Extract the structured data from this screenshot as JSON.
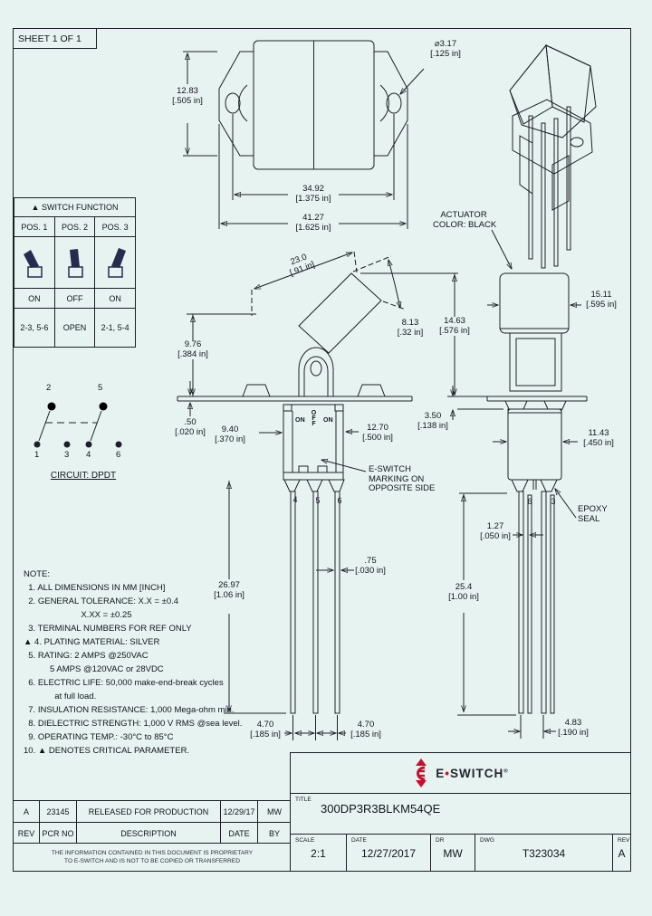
{
  "sheet": {
    "label": "SHEET 1 OF 1"
  },
  "function_table": {
    "title": "▲ SWITCH FUNCTION",
    "columns": [
      "POS. 1",
      "POS. 2",
      "POS. 3"
    ],
    "states": [
      "ON",
      "OFF",
      "ON"
    ],
    "connections": [
      "2-3, 5-6",
      "OPEN",
      "2-1, 5-4"
    ]
  },
  "circuit": {
    "caption": "CIRCUIT: DPDT",
    "top_terminals": [
      "2",
      "5"
    ],
    "bottom_terminals": [
      "1",
      "3",
      "4",
      "6"
    ]
  },
  "views": {
    "front_face": {
      "left": "ON",
      "center": "OFF",
      "right": "ON"
    },
    "front_terminals": [
      "4",
      "5",
      "6"
    ],
    "right_terminals": [
      "6",
      "3"
    ]
  },
  "callouts": {
    "actuator_color_1": "ACTUATOR",
    "actuator_color_2": "COLOR: BLACK",
    "marking_1": "E-SWITCH",
    "marking_2": "MARKING ON",
    "marking_3": "OPPOSITE SIDE",
    "epoxy_1": "EPOXY",
    "epoxy_2": "SEAL"
  },
  "dims": {
    "d1283": {
      "mm": "12.83",
      "inch": "[.505 in]"
    },
    "d3492": {
      "mm": "34.92",
      "inch": "[1.375 in]"
    },
    "d4127": {
      "mm": "41.27",
      "inch": "[1.625 in]"
    },
    "d317": {
      "mm": "⌀3.17",
      "inch": "[.125 in]"
    },
    "d230": {
      "mm": "23.0",
      "inch": "[.91 in]"
    },
    "d813": {
      "mm": "8.13",
      "inch": "[.32 in]"
    },
    "d1463": {
      "mm": "14.63",
      "inch": "[.576 in]"
    },
    "d976": {
      "mm": "9.76",
      "inch": "[.384 in]"
    },
    "d1511": {
      "mm": "15.11",
      "inch": "[.595 in]"
    },
    "d350": {
      "mm": "3.50",
      "inch": "[.138 in]"
    },
    "d050": {
      "mm": ".50",
      "inch": "[.020 in]"
    },
    "d940": {
      "mm": "9.40",
      "inch": "[.370 in]"
    },
    "d1270": {
      "mm": "12.70",
      "inch": "[.500 in]"
    },
    "d1143": {
      "mm": "11.43",
      "inch": "[.450 in]"
    },
    "d127": {
      "mm": "1.27",
      "inch": "[.050 in]"
    },
    "d075": {
      "mm": ".75",
      "inch": "[.030 in]"
    },
    "d2697": {
      "mm": "26.97",
      "inch": "[1.06 in]"
    },
    "d254": {
      "mm": "25.4",
      "inch": "[1.00 in]"
    },
    "d470a": {
      "mm": "4.70",
      "inch": "[.185 in]"
    },
    "d470b": {
      "mm": "4.70",
      "inch": "[.185 in]"
    },
    "d483": {
      "mm": "4.83",
      "inch": "[.190 in]"
    }
  },
  "notes": {
    "lines": [
      "NOTE:",
      "  1. ALL DIMENSIONS IN MM [INCH]",
      "  2. GENERAL TOLERANCE: X.X = ±0.4",
      "                        X.XX = ±0.25",
      "  3. TERMINAL NUMBERS FOR REF ONLY",
      "▲ 4. PLATING MATERIAL: SILVER",
      "  5. RATING: 2 AMPS @250VAC",
      "           5 AMPS @120VAC or 28VDC",
      "  6. ELECTRIC LIFE: 50,000 make-end-break cycles",
      "             at full load.",
      "  7. INSULATION RESISTANCE: 1,000 Mega-ohm min.",
      "  8. DIELECTRIC STRENGTH: 1,000 V RMS @sea level.",
      "  9. OPERATING TEMP.: -30°C to 85°C",
      "10. ▲ DENOTES CRITICAL PARAMETER."
    ]
  },
  "revision_table": {
    "rows": [
      [
        "A",
        "23145",
        "RELEASED FOR PRODUCTION",
        "12/29/17",
        "MW"
      ]
    ],
    "headers": [
      "REV",
      "PCR NO",
      "DESCRIPTION",
      "DATE",
      "BY"
    ]
  },
  "disclaimer": {
    "line1": "THE INFORMATION CONTAINED IN THIS DOCUMENT IS PROPRIETARY",
    "line2": "TO E-SWITCH AND IS NOT TO BE COPIED OR TRANSFERRED"
  },
  "title_block": {
    "brand_e": "E",
    "brand_dot": "•",
    "brand_rest": "SWITCH",
    "brand_reg": "®",
    "title_label": "TITLE",
    "title_value": "300DP3R3BLKM54QE",
    "scale_label": "SCALE",
    "scale_value": "2:1",
    "date_label": "DATE",
    "date_value": "12/27/2017",
    "dr_label": "DR",
    "dr_value": "MW",
    "dwg_label": "DWG",
    "dwg_value": "T323034",
    "rev_label": "REV",
    "rev_value": "A"
  },
  "colors": {
    "accent_red": "#c8102e",
    "line": "#1c2026",
    "background": "#e7f3f1"
  }
}
